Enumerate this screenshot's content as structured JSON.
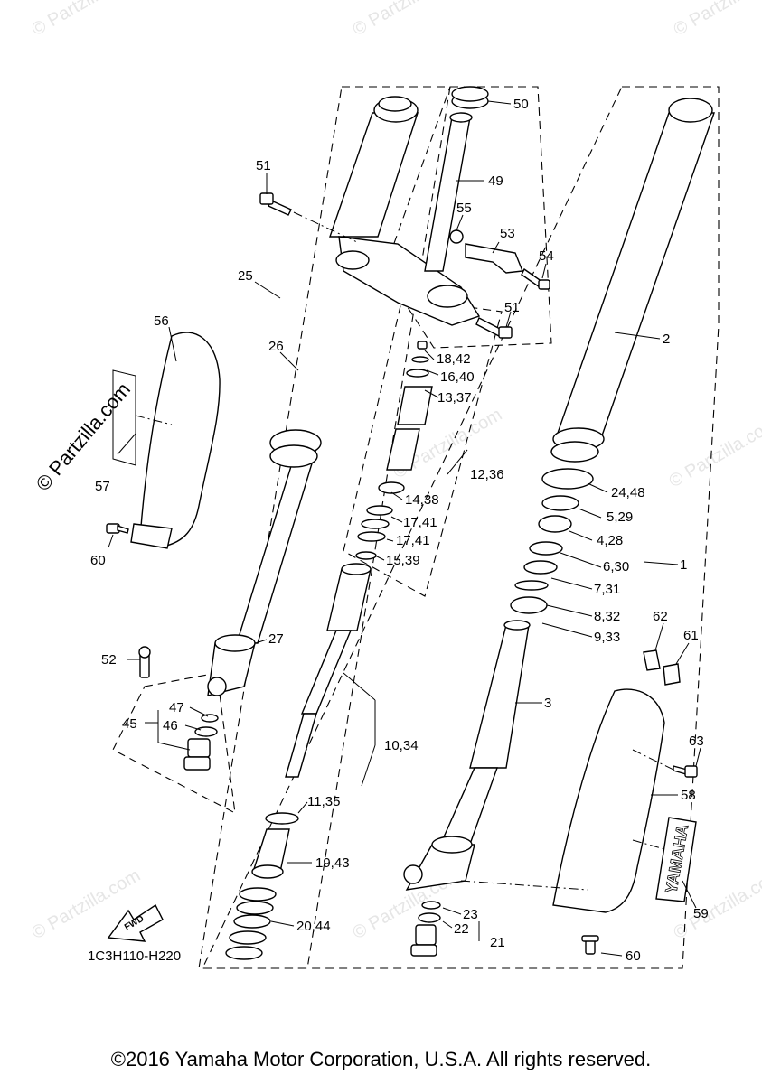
{
  "watermark": "© Partzilla.com",
  "figure_code": "1C3H110-H220",
  "fwd_label": "FWD",
  "brand_decal": "YAMAHA",
  "copyright": "©2016 Yamaha Motor Corporation, U.S.A. All rights reserved.",
  "callouts": {
    "c50": "50",
    "c49": "49",
    "c51a": "51",
    "c55": "55",
    "c53": "53",
    "c54": "54",
    "c51b": "51",
    "c25": "25",
    "c56": "56",
    "c26": "26",
    "c2": "2",
    "c18_42": "18,42",
    "c16_40": "16,40",
    "c13_37": "13,37",
    "c12_36": "12,36",
    "c57": "57",
    "c24_48": "24,48",
    "c5_29": "5,29",
    "c4_28": "4,28",
    "c14_38": "14,38",
    "c17_41a": "17,41",
    "c17_41b": "17,41",
    "c15_39": "15,39",
    "c60a": "60",
    "c6_30": "6,30",
    "c1": "1",
    "c7_31": "7,31",
    "c62": "62",
    "c8_32": "8,32",
    "c61": "61",
    "c9_33": "9,33",
    "c27": "27",
    "c52": "52",
    "c3": "3",
    "c47": "47",
    "c45": "45",
    "c46": "46",
    "c10_34": "10,34",
    "c63": "63",
    "c58": "58",
    "c11_35": "11,35",
    "c19_43": "19,43",
    "c59": "59",
    "c23": "23",
    "c22": "22",
    "c21": "21",
    "c20_44": "20,44",
    "c60b": "60"
  }
}
